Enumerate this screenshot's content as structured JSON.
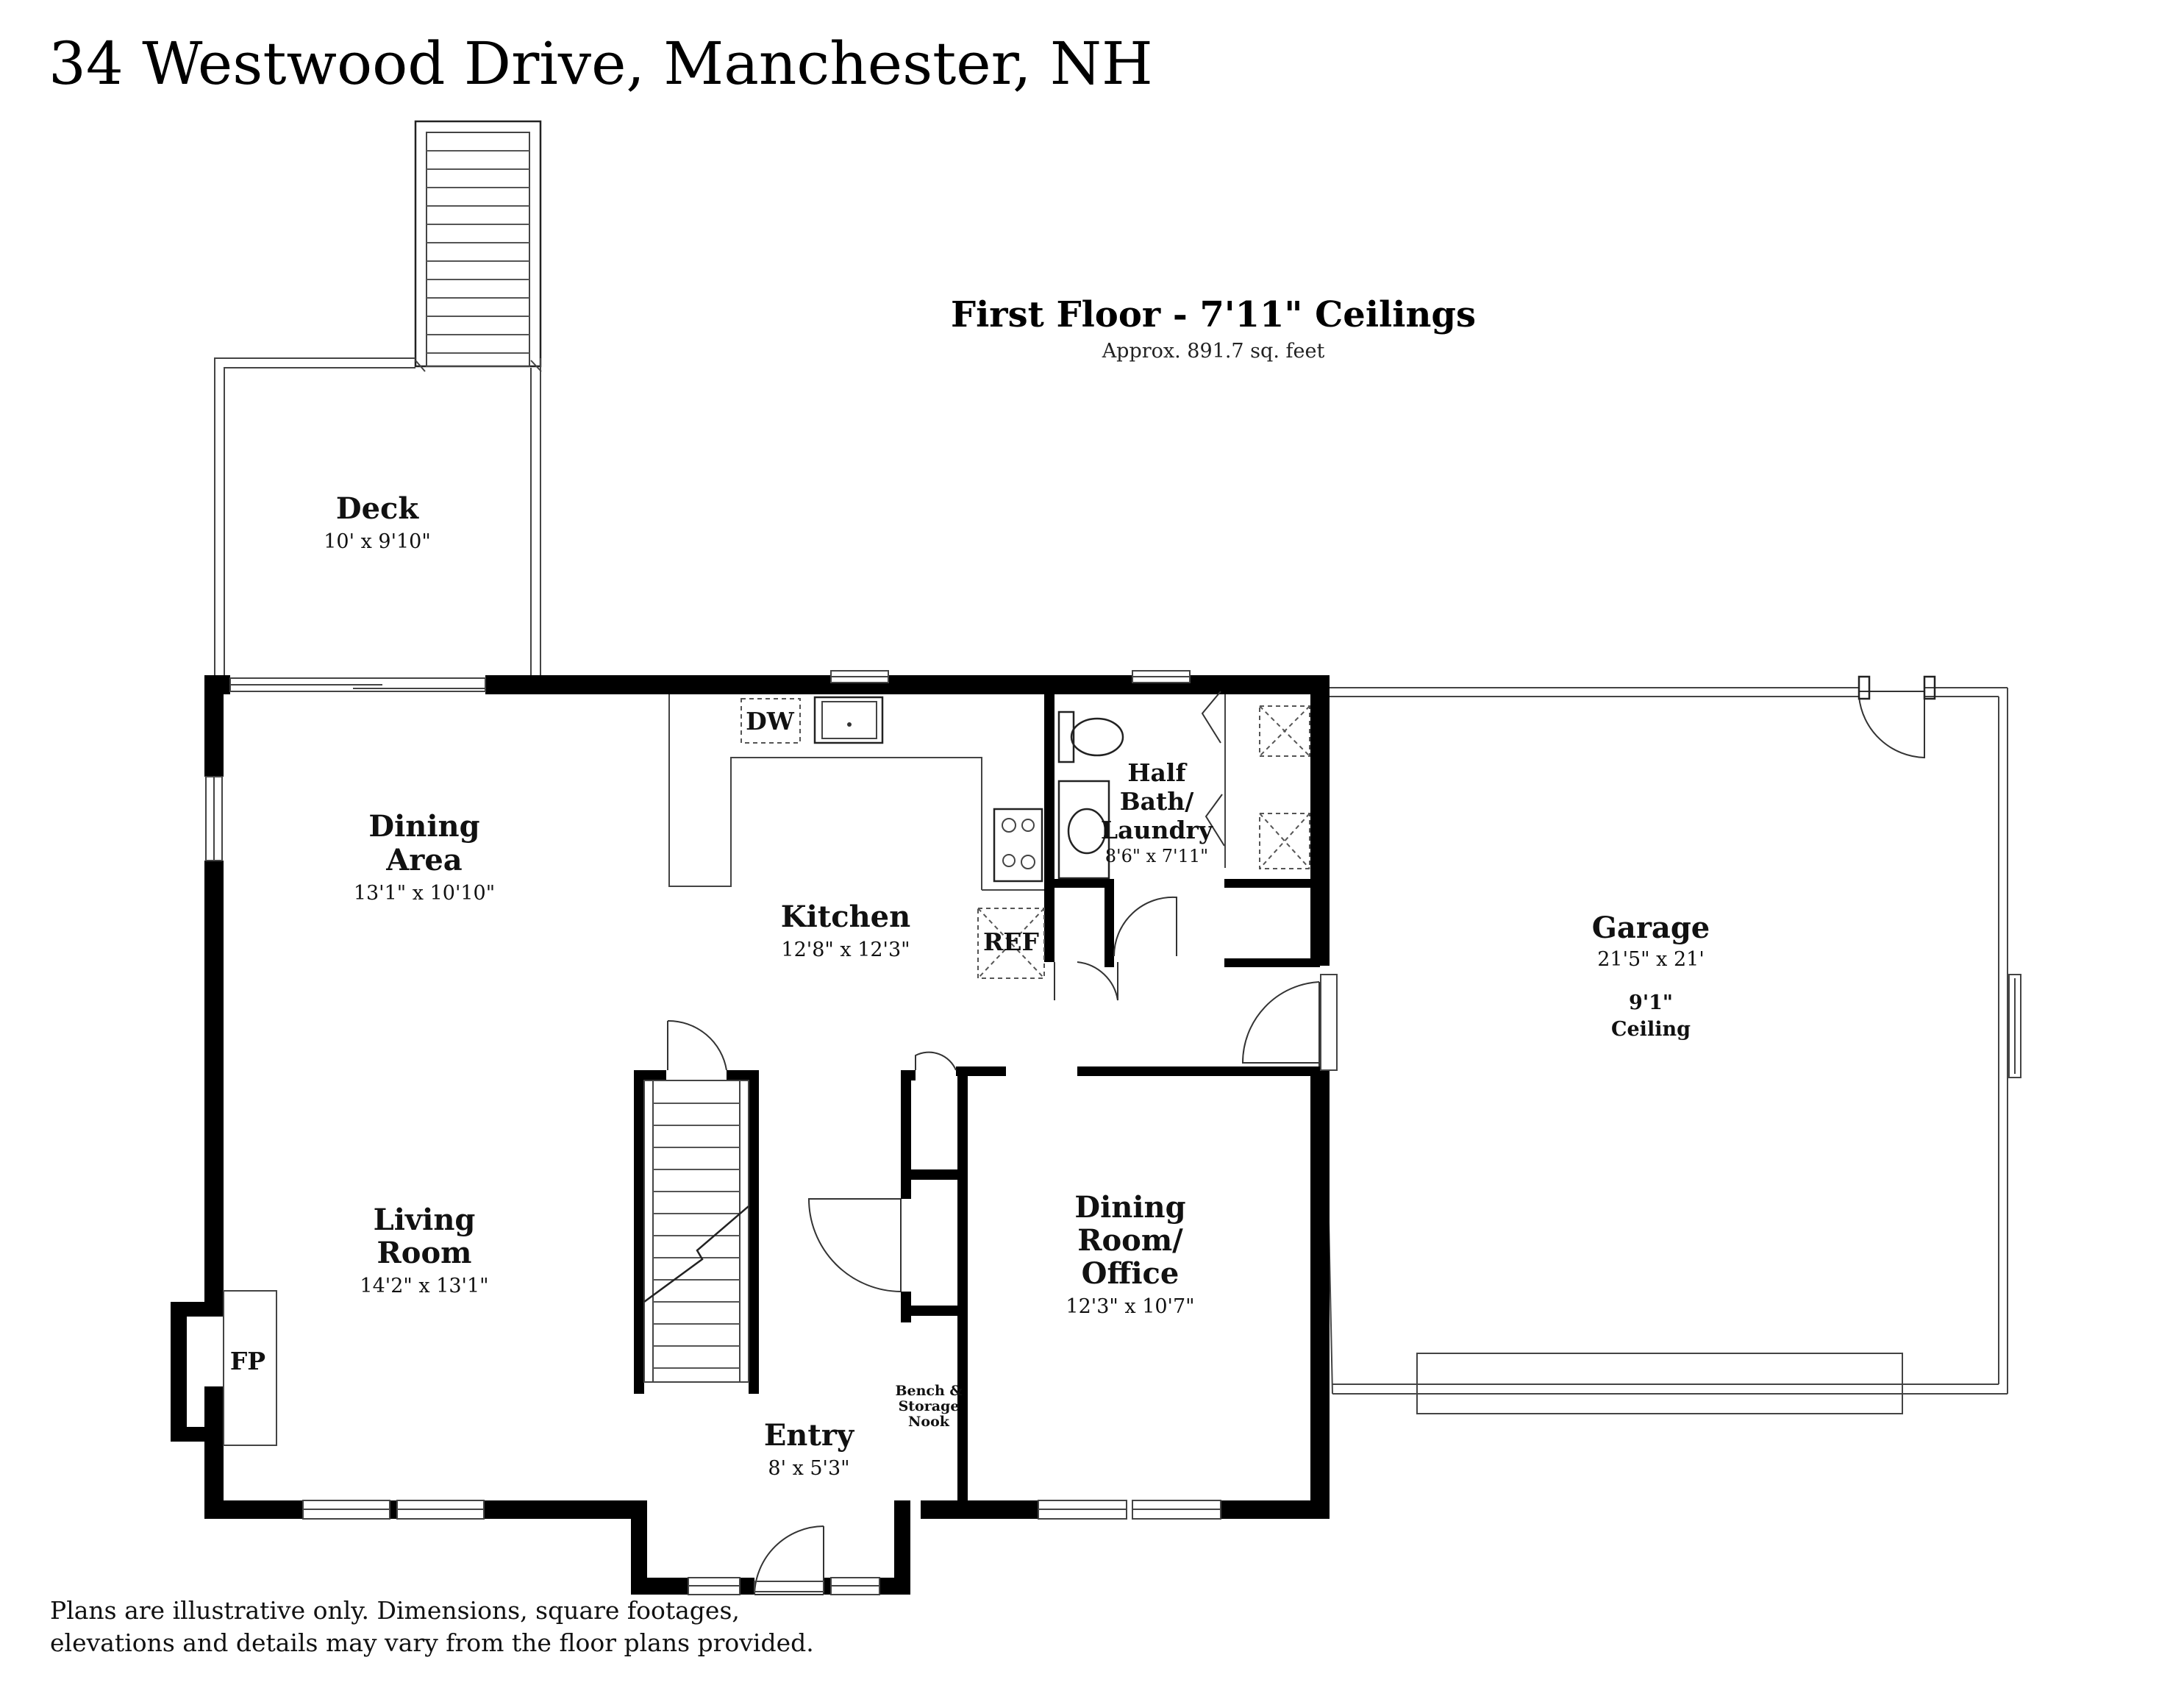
{
  "title": "34 Westwood Drive, Manchester, NH",
  "floor": {
    "heading": "First Floor - 7'11\" Ceilings",
    "area": "Approx. 891.7 sq. feet"
  },
  "rooms": {
    "deck": {
      "name": "Deck",
      "dims": "10' x 9'10\""
    },
    "dining_area": {
      "name_line1": "Dining",
      "name_line2": "Area",
      "dims": "13'1\" x 10'10\""
    },
    "kitchen": {
      "name": "Kitchen",
      "dims": "12'8\" x 12'3\""
    },
    "half_bath": {
      "name_line1": "Half",
      "name_line2": "Bath/",
      "name_line3": "Laundry",
      "dims": "8'6\" x 7'11\""
    },
    "garage": {
      "name": "Garage",
      "dims": "21'5\" x 21'",
      "ceiling_line1": "9'1\"",
      "ceiling_line2": "Ceiling"
    },
    "living_room": {
      "name_line1": "Living",
      "name_line2": "Room",
      "dims": "14'2\" x 13'1\""
    },
    "dining_room": {
      "name_line1": "Dining",
      "name_line2": "Room/",
      "name_line3": "Office",
      "dims": "12'3\" x 10'7\""
    },
    "entry": {
      "name": "Entry",
      "dims": "8' x 5'3\""
    }
  },
  "fixtures": {
    "dishwasher": "DW",
    "refrigerator": "REF",
    "fireplace": "FP",
    "bench_line1": "Bench &",
    "bench_line2": "Storage",
    "bench_line3": "Nook"
  },
  "disclaimer": {
    "line1": "Plans are illustrative only. Dimensions, square footages,",
    "line2": "elevations and details may vary from the floor plans provided."
  },
  "colors": {
    "wall": "#000000",
    "line": "#444444",
    "background": "#ffffff"
  }
}
